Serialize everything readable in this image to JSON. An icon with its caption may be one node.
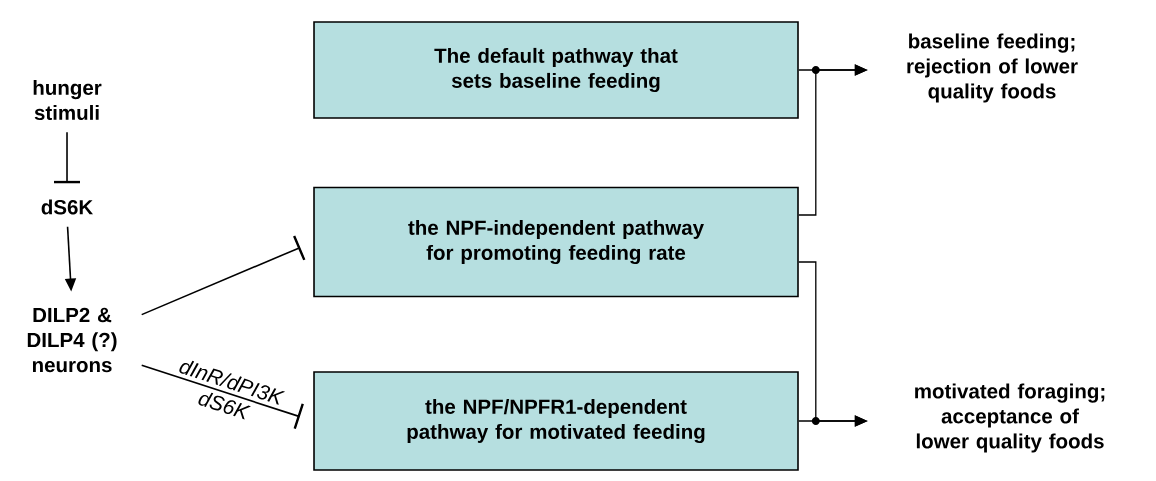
{
  "diagram": {
    "nodes": [
      {
        "text": [
          "hunger stimuli"
        ]
      },
      {
        "text": [
          "dS6K"
        ]
      },
      {
        "text": [
          "DILP2 & DILP4 (?) neurons"
        ]
      },
      {
        "text": [
          "The default pathway that sets baseline feeding"
        ]
      },
      {
        "text": [
          "the NPF-independent pathway for promoting feeding rate"
        ]
      },
      {
        "text": [
          "the NPF/NPFR1-dependent pathway for motivated feeding"
        ]
      },
      {
        "text": [
          "baseline feeding; rejection of lower quality foods"
        ]
      },
      {
        "text": [
          "motivated foraging; acceptance of lower quality foods"
        ]
      }
    ],
    "edges": [
      {
        "from": 0,
        "to": 1,
        "arrow": "other"
      },
      {
        "from": 1,
        "to": 2,
        "arrow": "to"
      },
      {
        "from": 2,
        "to": 4,
        "arrow": "other"
      },
      {
        "from": 2,
        "to": 5,
        "arrow": "other",
        "label": "dInR/dPI3K"
      },
      {
        "from": 3,
        "to": 6,
        "arrow": "to"
      },
      {
        "from": 4,
        "to": 6,
        "arrow": "to"
      },
      {
        "from": 4,
        "to": 7,
        "arrow": "to"
      },
      {
        "from": 5,
        "to": 7,
        "arrow": "to"
      }
    ],
    "labels": [
      "dS6K"
    ]
  }
}
